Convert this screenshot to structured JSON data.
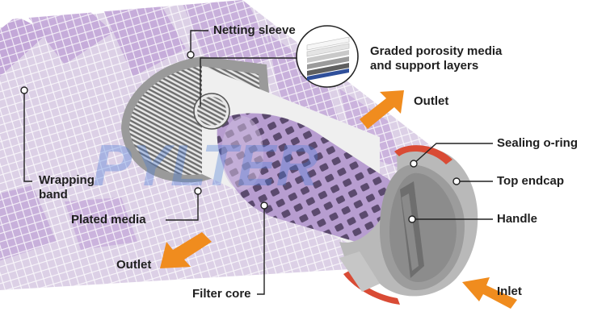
{
  "labels": {
    "netting_sleeve": "Netting sleeve",
    "graded_media_line1": "Graded porosity media",
    "graded_media_line2": "and support layers",
    "outlet_top": "Outlet",
    "sealing_oring": "Sealing o-ring",
    "top_endcap": "Top endcap",
    "handle": "Handle",
    "inlet": "Inlet",
    "wrapping_band_line1": "Wrapping",
    "wrapping_band_line2": "band",
    "plated_media": "Plated media",
    "outlet_bottom": "Outlet",
    "filter_core": "Filter core"
  },
  "watermark": "PYLTER",
  "colors": {
    "arrow_orange": "#f08c1e",
    "sleeve_purple": "#c9b3d8",
    "core_purple": "#a98bc2",
    "endcap_gray": "#a7a7a7",
    "oring_red": "#d94b35",
    "leader_line": "#222222",
    "label_text": "#1f1f1f"
  },
  "arrows": [
    {
      "name": "outlet-top-arrow",
      "direction": "up-right"
    },
    {
      "name": "outlet-bottom-arrow",
      "direction": "down-left"
    },
    {
      "name": "inlet-arrow",
      "direction": "up-left"
    }
  ]
}
